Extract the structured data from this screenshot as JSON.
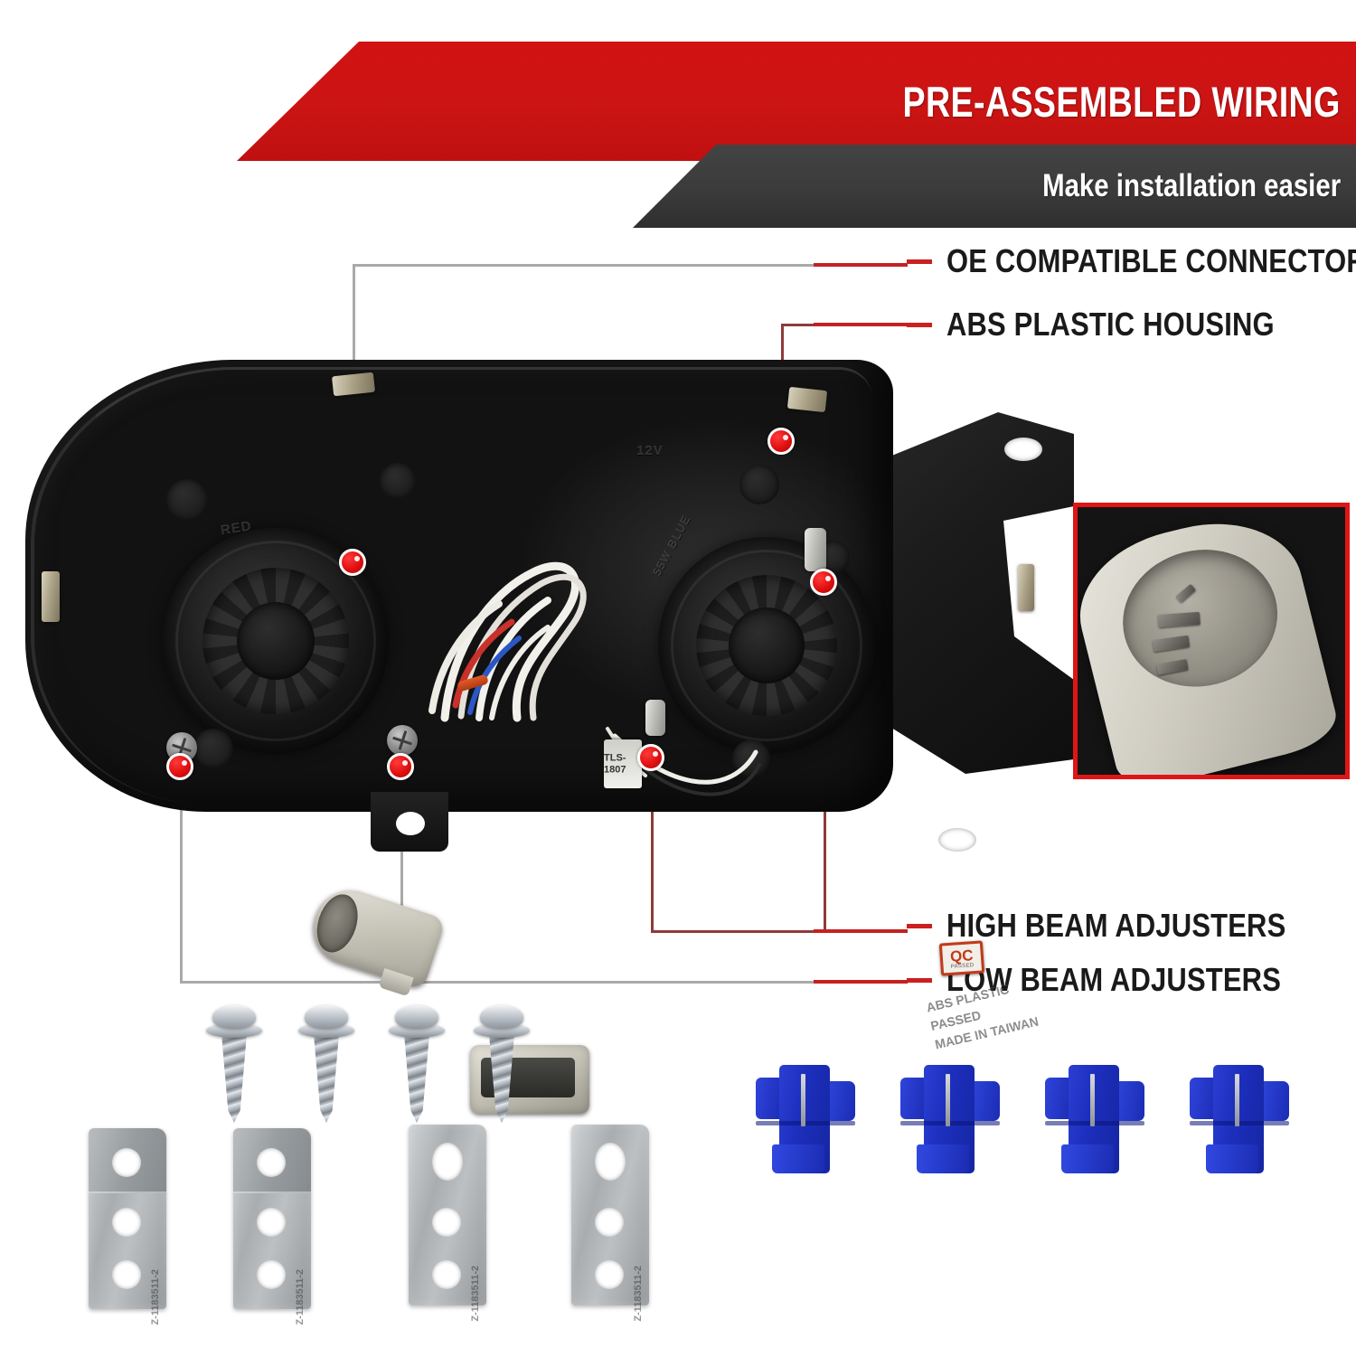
{
  "banner": {
    "title": "PRE-ASSEMBLED WIRING",
    "subtitle": "Make installation easier",
    "red_color": "#cb1414",
    "dark_color": "#3b3b3b"
  },
  "callouts": [
    {
      "id": "oe-connector",
      "label": "OE COMPATIBLE CONNECTOR"
    },
    {
      "id": "abs-housing",
      "label": "ABS PLASTIC HOUSING"
    },
    {
      "id": "high-beam-adjust",
      "label": "HIGH BEAM ADJUSTERS"
    },
    {
      "id": "low-beam-adjust",
      "label": "LOW BEAM ADJUSTERS"
    }
  ],
  "product": {
    "markings": {
      "voltage": "12V",
      "left_bulb": "RED",
      "right_bulb": "55W BLUE",
      "mold_text": "ABS PLASTIC\nPASSED\nMADE IN TAIWAN"
    },
    "qc_sticker": {
      "main": "QC",
      "sub": "PASSED"
    },
    "wire_label": "TLS-1807"
  },
  "hardware": {
    "screws": {
      "count": 4,
      "name": "self-tapping-screw"
    },
    "brackets": {
      "count": 4,
      "name": "mounting-bracket",
      "code": "Z-1183511-2"
    },
    "splices": {
      "count": 4,
      "name": "splice-connector",
      "color": "#1d2fbe"
    }
  },
  "accent": {
    "marker_red": "#e01010",
    "dash_red": "#cc1f1f",
    "leader_gray": "#a9a9a9",
    "leader_dark_red": "#8e3a3a"
  }
}
